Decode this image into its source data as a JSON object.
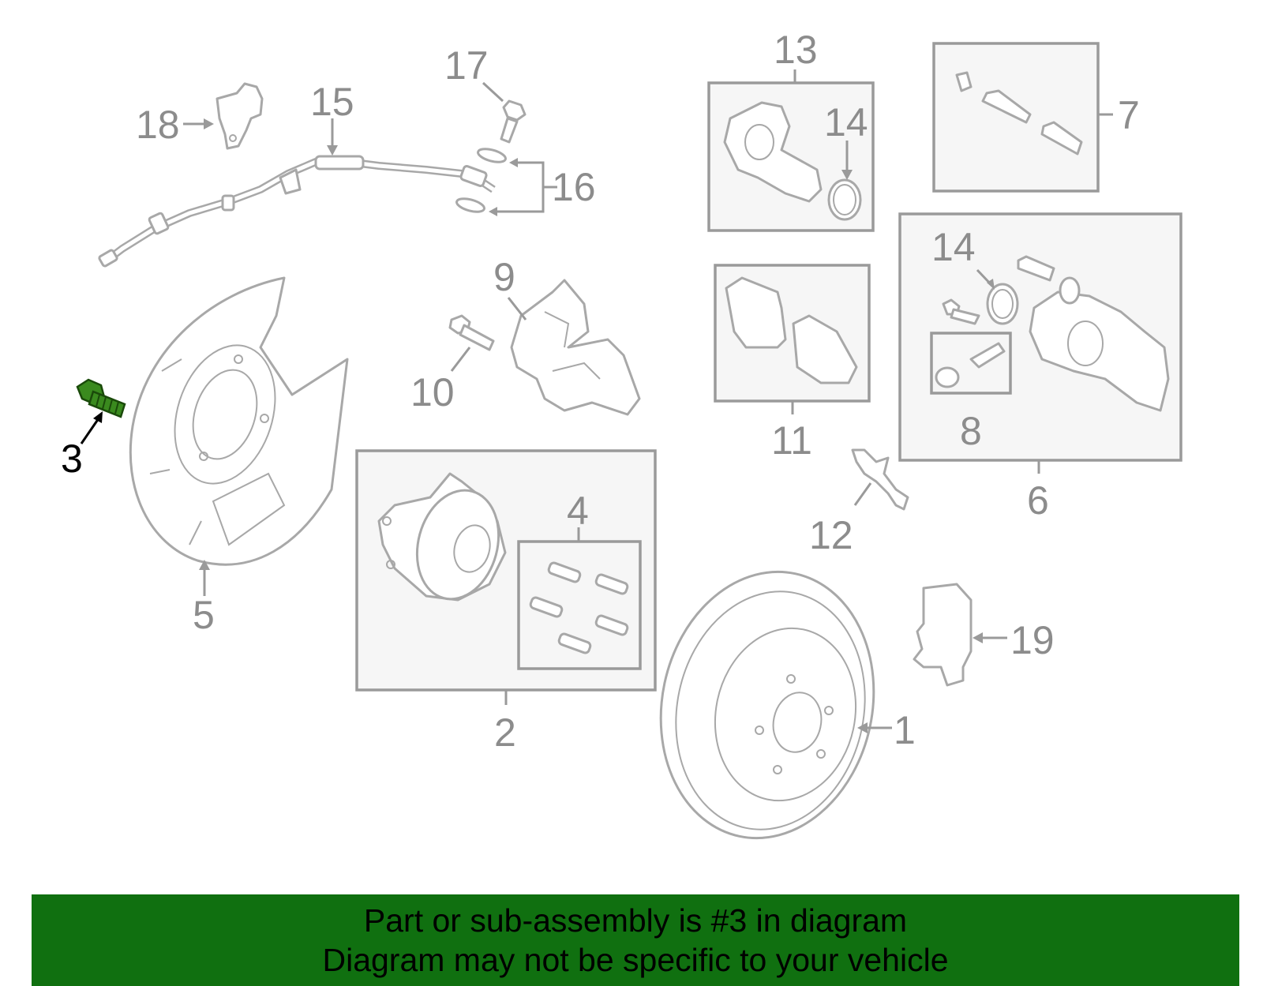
{
  "callouts": {
    "c1": "1",
    "c2": "2",
    "c3": "3",
    "c4": "4",
    "c5": "5",
    "c6": "6",
    "c7": "7",
    "c8": "8",
    "c9": "9",
    "c10": "10",
    "c11": "11",
    "c12": "12",
    "c13": "13",
    "c14a": "14",
    "c14b": "14",
    "c15": "15",
    "c16": "16",
    "c17": "17",
    "c18": "18",
    "c19": "19"
  },
  "highlighted_part": "3",
  "colors": {
    "highlight": "#3a8a1e",
    "banner": "#107010",
    "outline": "#a8a8a8",
    "label": "#8c8c8c"
  },
  "banner": {
    "line1": "Part or sub-assembly is #3 in diagram",
    "line2": "Diagram may not be specific to your vehicle"
  }
}
